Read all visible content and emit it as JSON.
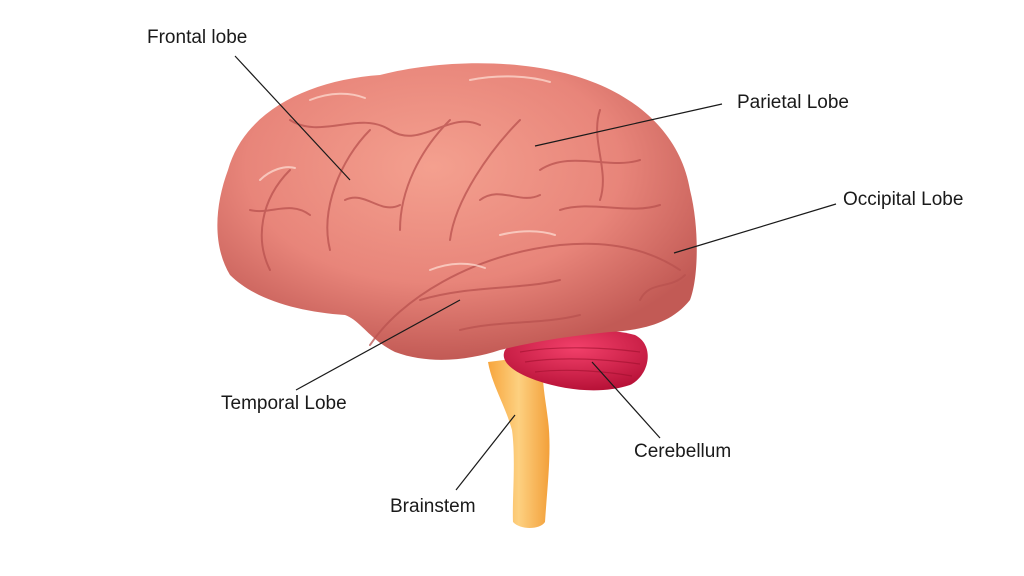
{
  "labels": {
    "frontal": "Frontal lobe",
    "parietal": "Parietal Lobe",
    "occipital": "Occipital Lobe",
    "temporal": "Temporal Lobe",
    "cerebellum": "Cerebellum",
    "brainstem": "Brainstem"
  },
  "colors": {
    "cerebrum": "#e8857a",
    "cerebrum_shadow": "#c9605a",
    "cerebellum": "#e0204a",
    "brainstem": "#f9b550",
    "leader_line": "#1a1a1a"
  }
}
